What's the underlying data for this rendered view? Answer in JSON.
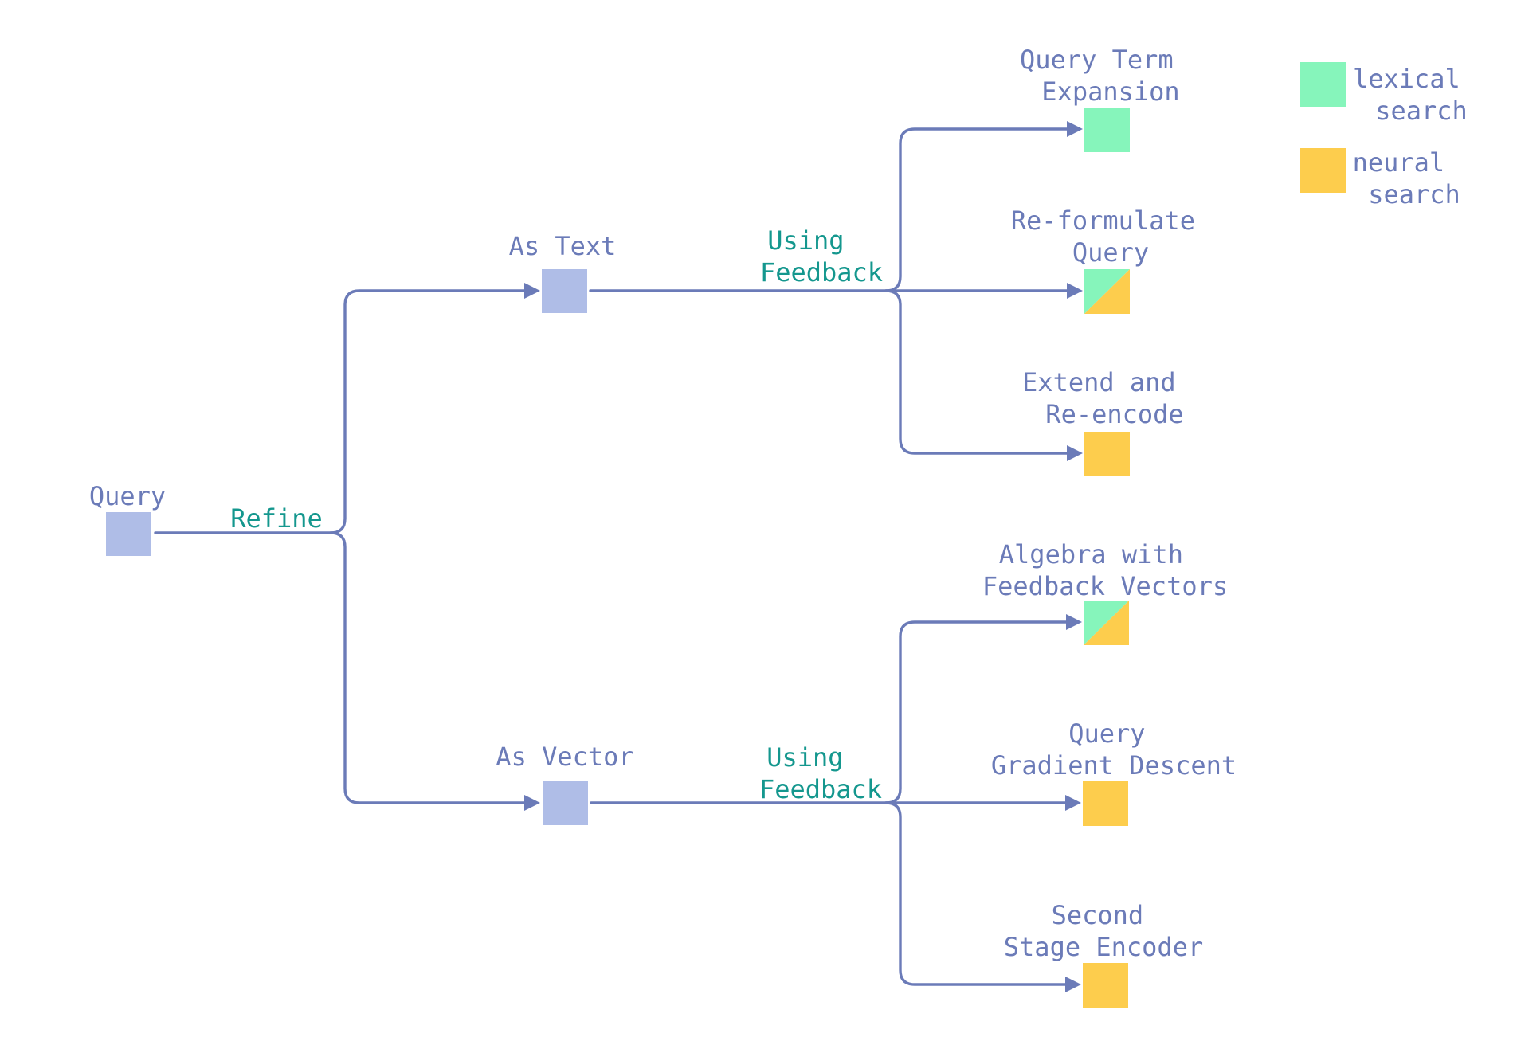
{
  "colors": {
    "edge": "#6b7bb8",
    "node_label": "#6b7bb8",
    "edge_label": "#14978e",
    "base_node": "#afbde7",
    "lexical": "#86f5bb",
    "neural": "#fdcd4d"
  },
  "legend": {
    "lexical": [
      "lexical",
      "search"
    ],
    "neural": [
      "neural",
      "search"
    ]
  },
  "nodes": {
    "query": {
      "label": [
        "Query"
      ],
      "fill": "base"
    },
    "as_text": {
      "label": [
        "As Text"
      ],
      "fill": "base"
    },
    "as_vector": {
      "label": [
        "As Vector"
      ],
      "fill": "base"
    },
    "query_term_expansion": {
      "label": [
        "Query Term",
        "Expansion"
      ],
      "fill": "lexical"
    },
    "reformulate_query": {
      "label": [
        "Re-formulate",
        "Query"
      ],
      "fill": "both"
    },
    "extend_reencode": {
      "label": [
        "Extend and",
        "Re-encode"
      ],
      "fill": "neural"
    },
    "algebra_feedback": {
      "label": [
        "Algebra with",
        "Feedback Vectors"
      ],
      "fill": "both"
    },
    "query_gradient_descent": {
      "label": [
        "Query",
        "Gradient Descent"
      ],
      "fill": "neural"
    },
    "second_stage_encoder": {
      "label": [
        "Second",
        "Stage Encoder"
      ],
      "fill": "neural"
    }
  },
  "edge_labels": {
    "refine": [
      "Refine"
    ],
    "text_feedback": [
      "Using",
      "Feedback"
    ],
    "vector_feedback": [
      "Using",
      "Feedback"
    ]
  }
}
